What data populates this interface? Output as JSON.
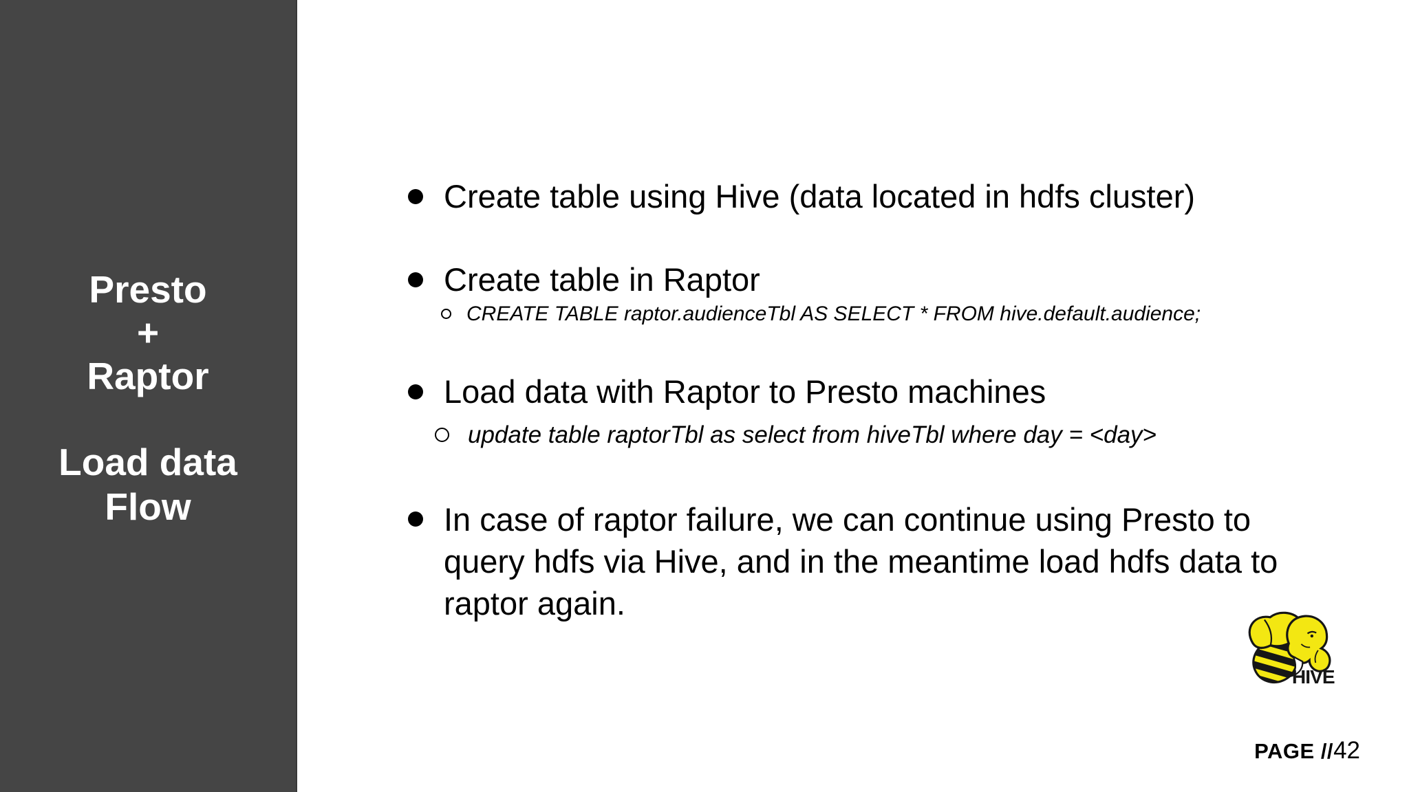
{
  "sidebar": {
    "title_lines": [
      "Presto",
      "+",
      "Raptor"
    ],
    "subtitle_lines": [
      "Load data",
      "Flow"
    ]
  },
  "bullets": {
    "b1": "Create table using Hive (data located in hdfs cluster)",
    "b2": "Create table in Raptor",
    "s1": "CREATE TABLE raptor.audienceTbl AS SELECT * FROM hive.default.audience;",
    "b3": "Load data with Raptor to Presto machines",
    "s2": "update table raptorTbl as select from hiveTbl where day = <day>",
    "b4_lines": [
      "In case of raptor failure, we can continue using Presto to",
      "query hdfs via Hive, and in the meantime load hdfs data to",
      "raptor again."
    ]
  },
  "footer": {
    "page_label": "PAGE //",
    "page_number": "42"
  },
  "logo": {
    "label": "HIVE"
  },
  "colors": {
    "sidebar_bg": "#454545",
    "sidebar_text": "#ffffff",
    "body_text": "#000000",
    "hive_yellow": "#f3e712",
    "hive_outline": "#161616"
  }
}
